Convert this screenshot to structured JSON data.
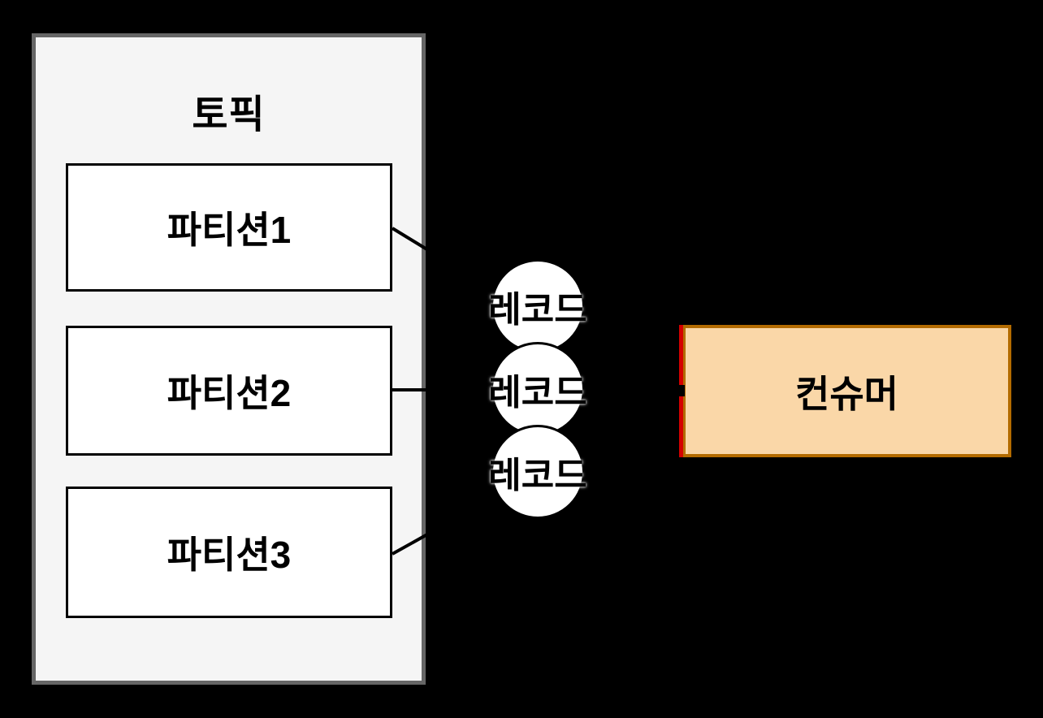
{
  "diagram": {
    "topic": {
      "title": "토픽",
      "partitions": [
        "파티션1",
        "파티션2",
        "파티션3"
      ]
    },
    "records": [
      "레코드",
      "레코드",
      "레코드"
    ],
    "consumer": {
      "label": "컨슈머"
    }
  },
  "colors": {
    "background": "#000000",
    "topic_fill": "#F5F5F5",
    "topic_stroke": "#666666",
    "partition_fill": "#FFFFFF",
    "partition_stroke": "#000000",
    "record_fill": "#FFFFFF",
    "record_stroke": "#000000",
    "consumer_fill": "#FAD7A8",
    "consumer_stroke": "#B36B00",
    "consumer_left_edge": "#D40000",
    "connector": "#000000"
  }
}
